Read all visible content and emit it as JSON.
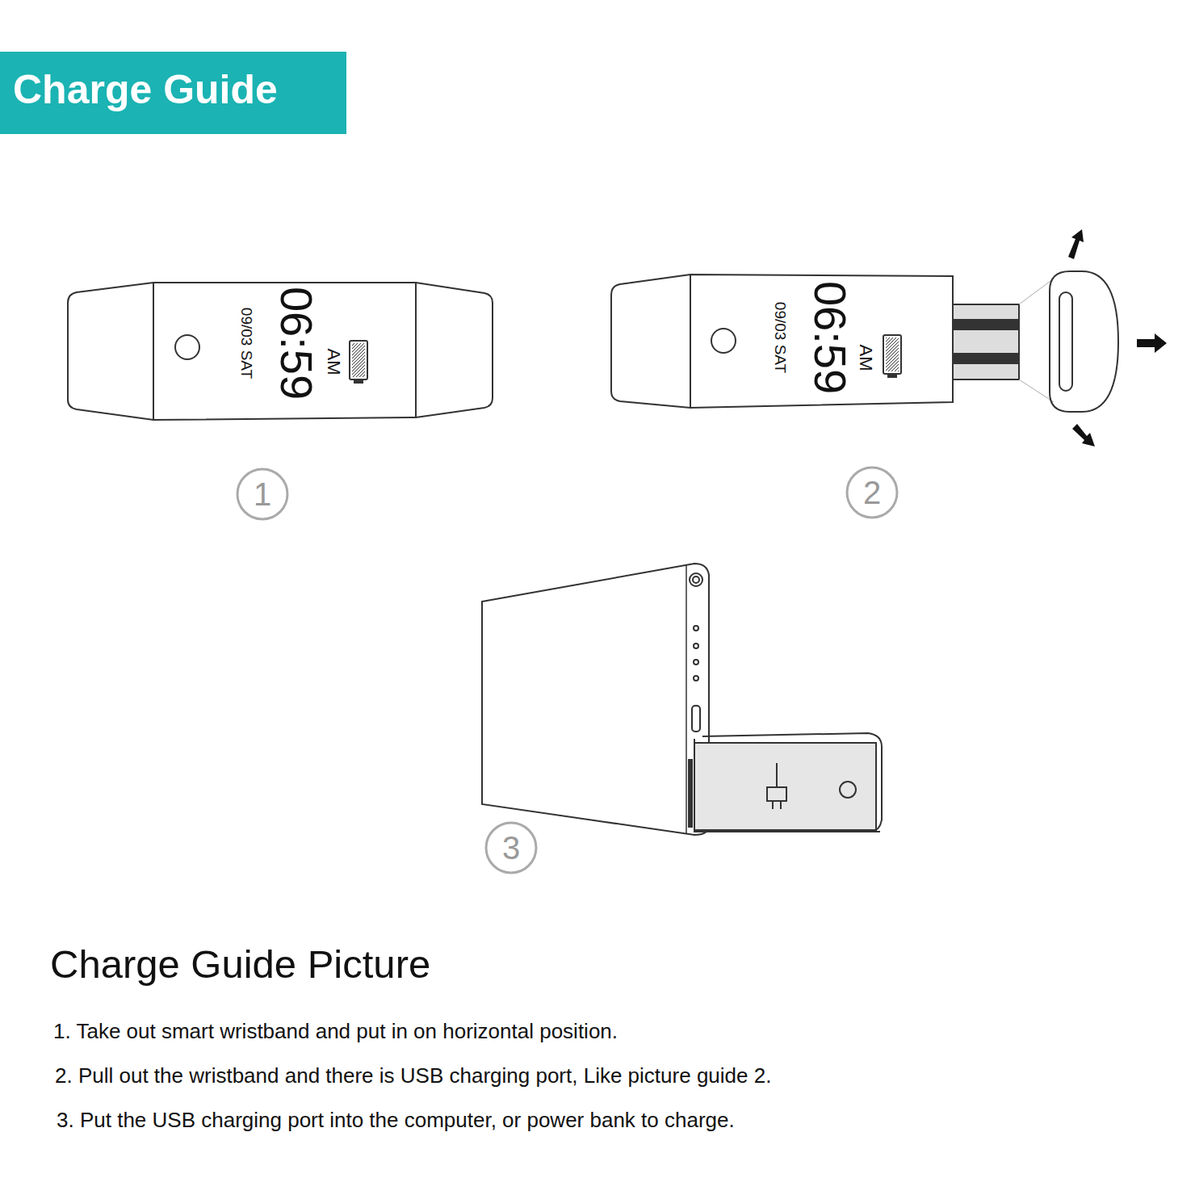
{
  "diagram": {
    "title": "Charge Guide",
    "labels": [
      "06:59",
      "AM",
      "09/03 SAT",
      "1",
      "06:59",
      "AM",
      "09/03 SAT",
      "2",
      "3",
      "Charge Guide Picture",
      "1. Take out smart wristband and put in on horizontal position.",
      "2. Pull out the wristband and there is USB charging port, Like picture guide 2.",
      "3. Put the USB charging port into the computer, or power bank to charge."
    ]
  }
}
